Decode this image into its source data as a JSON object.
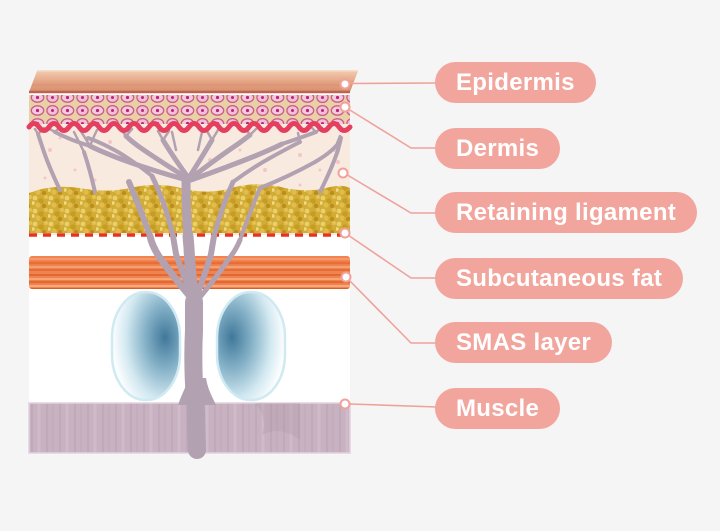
{
  "diagram": {
    "description_labels": [
      {
        "id": "epidermis",
        "text": "Epidermis"
      },
      {
        "id": "dermis",
        "text": "Dermis"
      },
      {
        "id": "retaining-ligament",
        "text": "Retaining ligament"
      },
      {
        "id": "subcutaneous-fat",
        "text": "Subcutaneous fat"
      },
      {
        "id": "smas-layer",
        "text": "SMAS layer"
      },
      {
        "id": "muscle",
        "text": "Muscle"
      }
    ]
  },
  "colors": {
    "background": "#f5f5f6",
    "label_pill": "#f2a59d",
    "label_text": "#ffffff",
    "connector": "#f0a29a",
    "skin_surface": "#dd9478",
    "epidermis_cells": "#f5c9de",
    "dermis_bg": "#f9eadf",
    "dermal_junction_red": "#e63e5e",
    "fat_yellow": "#d2ac36",
    "dashed_boundary_red": "#e8311f",
    "smas_orange": "#f08350",
    "fascia_blue": "#40789a",
    "ligament_tree_mauve": "#b2a1b1",
    "muscle_mauve": "#c8b2c1"
  }
}
